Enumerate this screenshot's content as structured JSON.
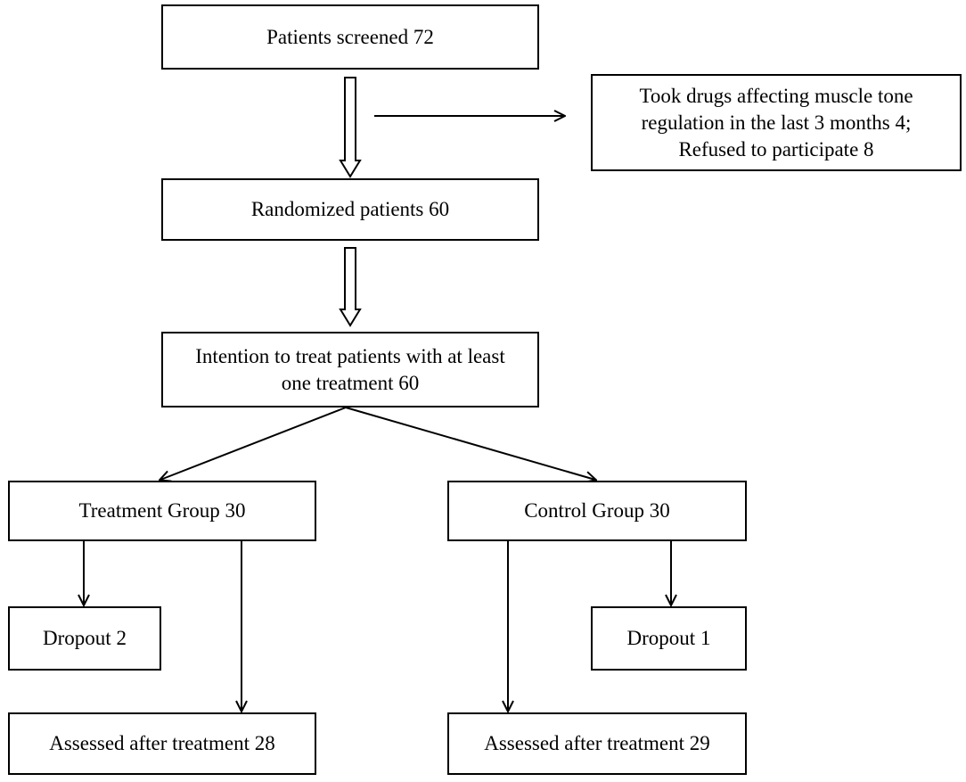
{
  "nodes": {
    "screened": {
      "text": "Patients screened 72"
    },
    "excluded": {
      "lines": [
        "Took drugs affecting muscle tone",
        "regulation in the last 3 months 4;",
        "Refused to participate 8"
      ]
    },
    "randomized": {
      "text": "Randomized patients 60"
    },
    "itt": {
      "lines": [
        "Intention to treat patients with at least",
        "one treatment 60"
      ]
    },
    "treatment_group": {
      "text": "Treatment Group 30"
    },
    "control_group": {
      "text": "Control Group 30"
    },
    "dropout_treatment": {
      "text": "Dropout 2"
    },
    "dropout_control": {
      "text": "Dropout 1"
    },
    "assessed_treatment": {
      "text": "Assessed after treatment 28"
    },
    "assessed_control": {
      "text": "Assessed after treatment 29"
    }
  },
  "colors": {
    "line": "#000000",
    "box_fill": "#ffffff"
  }
}
